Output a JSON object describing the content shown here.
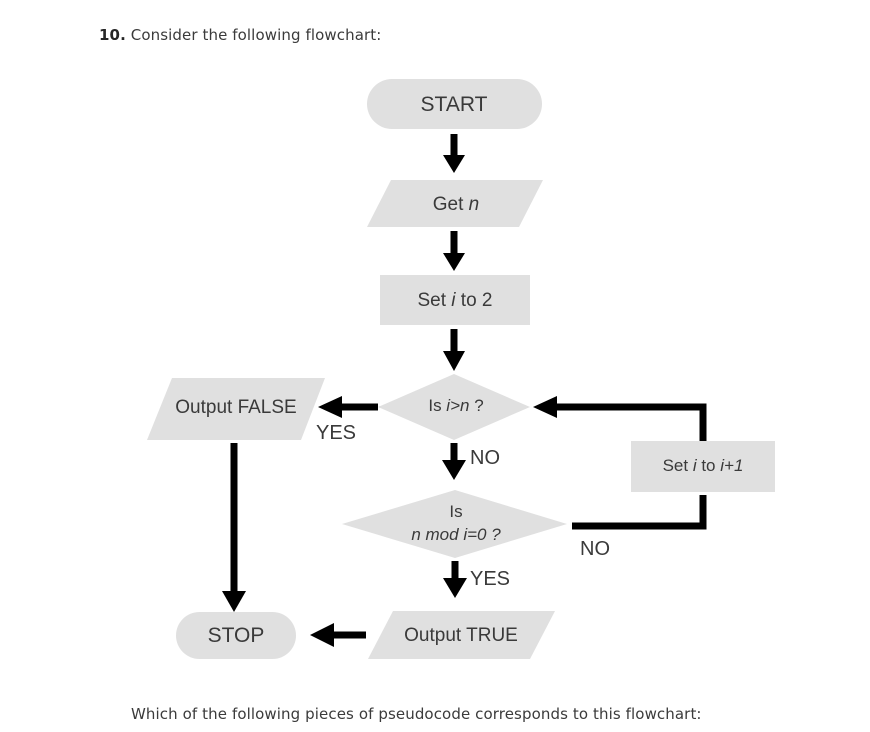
{
  "question": {
    "number": "10.",
    "prompt": "Consider the following flowchart:"
  },
  "footer": {
    "prompt": "Which of the following pieces of pseudocode corresponds to this flowchart:"
  },
  "colors": {
    "shape_fill": "#e0e0e0",
    "text": "#3a3a3a",
    "connector": "#000000",
    "background": "#ffffff"
  },
  "flowchart": {
    "nodes": {
      "start": {
        "label": "START",
        "shape": "stadium"
      },
      "get_n": {
        "label_prefix": "Get ",
        "label_italic": "n",
        "shape": "parallelogram"
      },
      "set_i_2": {
        "label_prefix": "Set ",
        "label_italic": "i",
        "label_suffix": " to 2",
        "shape": "rectangle"
      },
      "decision_i_gt_n": {
        "label_prefix": "Is ",
        "label_italic": "i>n",
        "label_suffix": " ?",
        "shape": "diamond"
      },
      "output_false": {
        "label": "Output FALSE",
        "shape": "parallelogram"
      },
      "decision_mod": {
        "label_line1": "Is",
        "label_line2": "n mod i=0 ?",
        "shape": "diamond"
      },
      "set_i_inc": {
        "label_prefix": "Set ",
        "label_italic": "i",
        "label_mid": " to ",
        "label_italic2": "i+1",
        "shape": "rectangle"
      },
      "output_true": {
        "label": "Output TRUE",
        "shape": "parallelogram"
      },
      "stop": {
        "label": "STOP",
        "shape": "stadium"
      }
    },
    "edge_labels": {
      "yes_false_branch": "YES",
      "no_to_mod": "NO",
      "no_loop_back": "NO",
      "yes_to_output_true": "YES"
    }
  }
}
